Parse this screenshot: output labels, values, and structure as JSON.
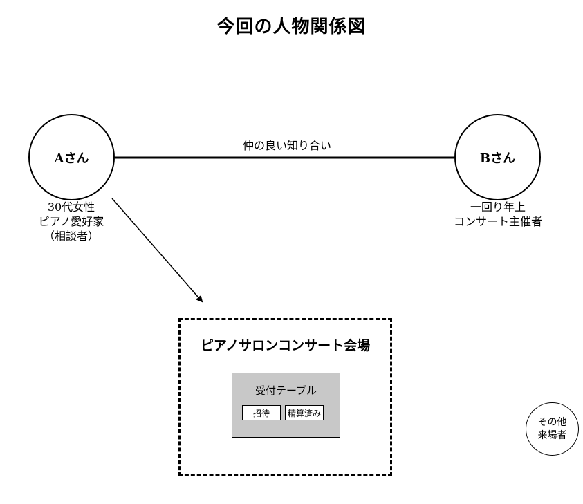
{
  "title": "今回の人物関係図",
  "nodes": {
    "a": {
      "label": "Aさん",
      "desc": [
        "30代女性",
        "ピアノ愛好家",
        "（相談者）"
      ]
    },
    "b": {
      "label": "Bさん",
      "desc": [
        "一回り年上",
        "コンサート主催者"
      ]
    }
  },
  "edge_label": "仲の良い知り合い",
  "venue": {
    "title": "ピアノサロンコンサート会場",
    "reception": {
      "title": "受付テーブル",
      "tags": [
        "招待",
        "精算済み"
      ]
    }
  },
  "others": {
    "lines": [
      "その他",
      "来場者"
    ]
  }
}
